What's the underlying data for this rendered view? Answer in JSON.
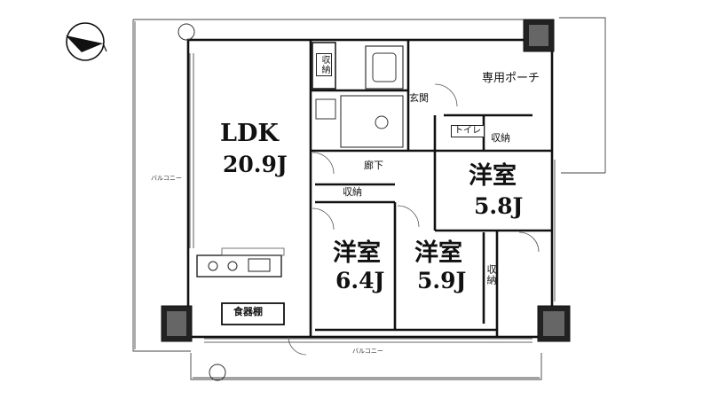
{
  "rooms": {
    "ldk": {
      "name": "LDK",
      "size": "20.9J"
    },
    "bedroom1": {
      "name": "洋室",
      "size": "5.8J"
    },
    "bedroom2": {
      "name": "洋室",
      "size": "6.4J"
    },
    "bedroom3": {
      "name": "洋室",
      "size": "5.9J"
    }
  },
  "labels": {
    "private_porch": "専用ポーチ",
    "entrance": "玄関",
    "hallway": "廊下",
    "toilet": "トイレ",
    "storage": "収納",
    "dish_cabinet": "食器棚",
    "balcony": "バルコニー"
  },
  "icons": {
    "compass": "north-arrow-icon"
  }
}
